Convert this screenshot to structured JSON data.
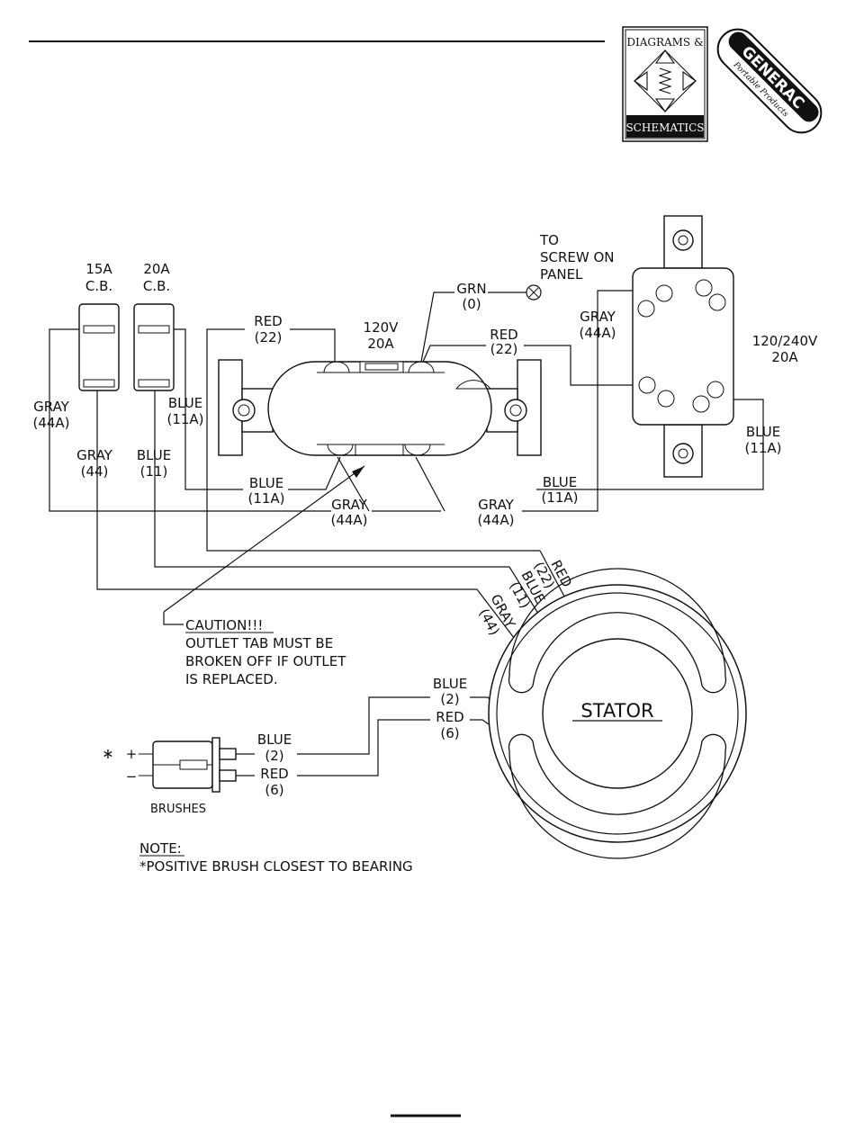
{
  "header": {
    "logo_top": "DIAGRAMS &",
    "logo_bottom": "SCHEMATICS",
    "brand": "GENERAC",
    "brand_sub": "Portable Products"
  },
  "breakers": {
    "cb15": {
      "rating": "15A",
      "type": "C.B."
    },
    "cb20": {
      "rating": "20A",
      "type": "C.B."
    }
  },
  "outlet_120v": {
    "voltage": "120V",
    "amps": "20A"
  },
  "outlet_240v": {
    "voltage": "120/240V",
    "amps": "20A"
  },
  "ground": {
    "text_1": "TO",
    "text_2": "SCREW ON",
    "text_3": "PANEL",
    "wire": "GRN",
    "wire_num": "(0)"
  },
  "wires": {
    "gray44a_left": {
      "color": "GRAY",
      "num": "(44A)"
    },
    "gray44_cb": {
      "color": "GRAY",
      "num": "(44)"
    },
    "blue11_cb": {
      "color": "BLUE",
      "num": "(11)"
    },
    "blue11a_cb": {
      "color": "BLUE",
      "num": "(11A)"
    },
    "red22_left": {
      "color": "RED",
      "num": "(22)"
    },
    "red22_right": {
      "color": "RED",
      "num": "(22)"
    },
    "gray44a_240": {
      "color": "GRAY",
      "num": "(44A)"
    },
    "blue11a_240": {
      "color": "BLUE",
      "num": "(11A)"
    },
    "blue11a_bottom_left": {
      "color": "BLUE",
      "num": "(11A)"
    },
    "gray44a_bottom_left": {
      "color": "GRAY",
      "num": "(44A)"
    },
    "gray44a_bottom_right": {
      "color": "GRAY",
      "num": "(44A)"
    },
    "blue11a_bottom_right": {
      "color": "BLUE",
      "num": "(11A)"
    },
    "stator_red22": {
      "color": "RED",
      "num": "(22)"
    },
    "stator_blue11": {
      "color": "BLUE",
      "num": "(11)"
    },
    "stator_gray44": {
      "color": "GRAY",
      "num": "(44)"
    },
    "stator_blue2": {
      "color": "BLUE",
      "num": "(2)"
    },
    "stator_red6": {
      "color": "RED",
      "num": "(6)"
    },
    "brush_blue2": {
      "color": "BLUE",
      "num": "(2)"
    },
    "brush_red6": {
      "color": "RED",
      "num": "(6)"
    }
  },
  "caution": {
    "title": "CAUTION!!!",
    "line1": "OUTLET TAB MUST BE",
    "line2": "BROKEN OFF IF OUTLET",
    "line3": "IS REPLACED."
  },
  "stator": {
    "label": "STATOR"
  },
  "brushes": {
    "label": "BRUSHES",
    "asterisk": "∗",
    "plus": "+",
    "minus": "−"
  },
  "note": {
    "title": "NOTE:",
    "text": "*POSITIVE BRUSH CLOSEST TO BEARING"
  }
}
